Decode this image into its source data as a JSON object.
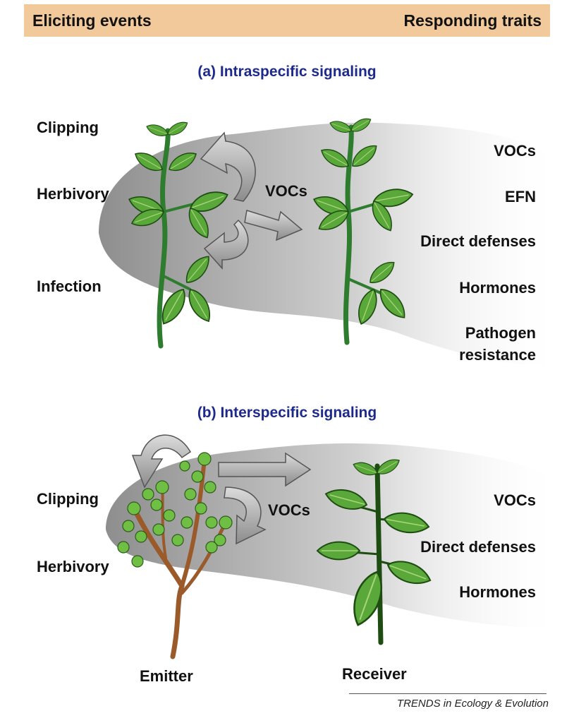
{
  "header": {
    "left": "Eliciting events",
    "right": "Responding traits"
  },
  "panel_a": {
    "title": "(a) Intraspecific signaling",
    "events": [
      "Clipping",
      "Herbivory",
      "Infection"
    ],
    "signal": "VOCs",
    "traits": [
      "VOCs",
      "EFN",
      "Direct defenses",
      "Hormones",
      "Pathogen",
      "resistance"
    ]
  },
  "panel_b": {
    "title": "(b) Interspecific signaling",
    "events": [
      "Clipping",
      "Herbivory"
    ],
    "signal": "VOCs",
    "traits": [
      "VOCs",
      "Direct defenses",
      "Hormones"
    ],
    "emitter": "Emitter",
    "receiver": "Receiver"
  },
  "credit": "TRENDS in Ecology & Evolution",
  "colors": {
    "header_bg": "#f2c99a",
    "title": "#1d2a8c",
    "leaf": "#5aa83a",
    "stem": "#2e7d2e",
    "woody": "#9a5a2a"
  }
}
